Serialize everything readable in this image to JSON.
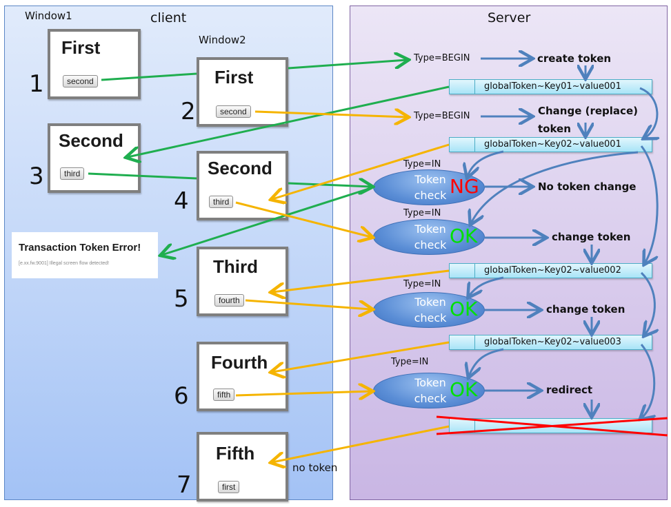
{
  "client": {
    "title": "client",
    "window1_label": "Window1",
    "window2_label": "Window2",
    "screens": [
      {
        "step": "1",
        "title": "First",
        "button": "second"
      },
      {
        "step": "2",
        "title": "First",
        "button": "second"
      },
      {
        "step": "3",
        "title": "Second",
        "button": "third"
      },
      {
        "step": "4",
        "title": "Second",
        "button": "third"
      },
      {
        "step": "5",
        "title": "Third",
        "button": "fourth"
      },
      {
        "step": "6",
        "title": "Fourth",
        "button": "fifth"
      },
      {
        "step": "7",
        "title": "Fifth",
        "button": "first"
      }
    ],
    "error": {
      "title": "Transaction Token Error!",
      "message": "[e.xx.fw.9001] Illegal screen flow detected!"
    },
    "no_token_label": "no token"
  },
  "server": {
    "title": "Server",
    "type_labels": [
      "Type=BEGIN",
      "Type=BEGIN",
      "Type=IN",
      "Type=IN",
      "Type=IN",
      "Type=IN"
    ],
    "actions": [
      "create token",
      "Change (replace)",
      "token",
      "No token  change",
      "change token",
      "change token",
      "redirect"
    ],
    "tokens": [
      "globalToken~Key01~value001",
      "globalToken~Key02~value001",
      "globalToken~Key02~value002",
      "globalToken~Key02~value003",
      ""
    ],
    "checks": [
      {
        "line1": "Token",
        "line2": "check",
        "result": "NG",
        "result_color": "#ff0000"
      },
      {
        "line1": "Token",
        "line2": "check",
        "result": "OK",
        "result_color": "#00e000"
      },
      {
        "line1": "Token",
        "line2": "check",
        "result": "OK",
        "result_color": "#00e000"
      },
      {
        "line1": "Token",
        "line2": "check",
        "result": "OK",
        "result_color": "#00e000"
      }
    ]
  },
  "colors": {
    "window1_flow": "#1fae4f",
    "window2_flow": "#f5b400",
    "server_flow": "#4f81bd",
    "invalidated": "#ff0000"
  }
}
